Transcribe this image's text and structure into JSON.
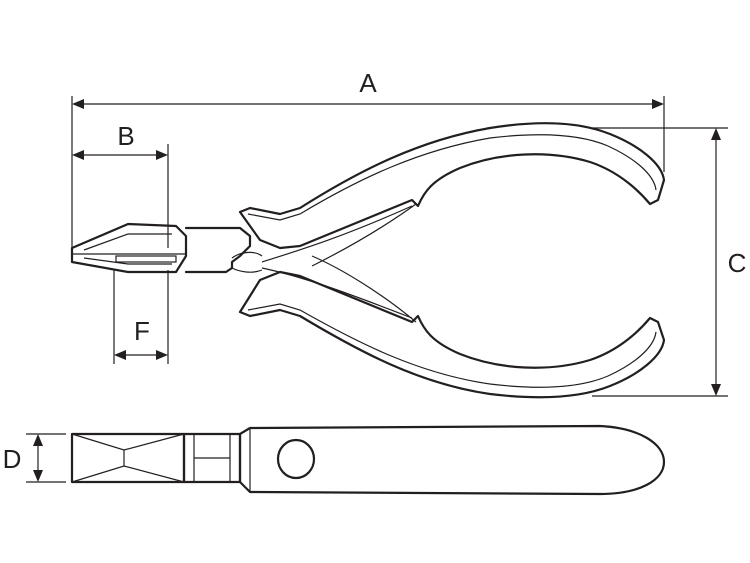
{
  "dimensions": {
    "a": "A",
    "b": "B",
    "c": "C",
    "d": "D",
    "f": "F"
  },
  "colors": {
    "line": "#231f20",
    "background": "#ffffff"
  }
}
